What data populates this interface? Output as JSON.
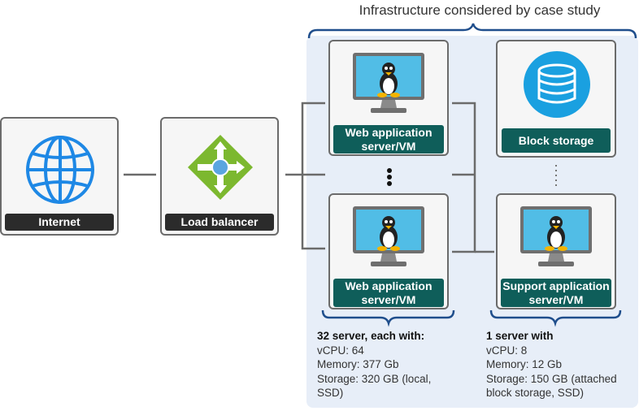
{
  "diagram": {
    "title": "Infrastructure  considered by case study",
    "nodes": {
      "internet": {
        "label": "Internet",
        "icon": "globe-icon"
      },
      "load_balancer": {
        "label": "Load balancer",
        "icon": "load-balancer-icon"
      },
      "web_server_top": {
        "label": "Web application server/VM",
        "icon": "linux-monitor-icon"
      },
      "web_server_bottom": {
        "label": "Web application server/VM",
        "icon": "linux-monitor-icon"
      },
      "block_storage": {
        "label": "Block storage",
        "icon": "database-icon"
      },
      "support_server": {
        "label": "Support application server/VM",
        "icon": "linux-monitor-icon"
      }
    },
    "web_specs": {
      "heading": "32 server, each with:",
      "lines": [
        "vCPU: 64",
        "Memory: 377 Gb",
        "Storage: 320 GB (local, SSD)"
      ]
    },
    "support_specs": {
      "heading": "1 server with",
      "lines": [
        "vCPU: 8",
        "Memory: 12 Gb",
        "Storage: 150 GB (attached block storage, SSD)"
      ]
    },
    "colors": {
      "region_bg": "#e7eef8",
      "brace": "#1f4e8c",
      "label_teal": "#0f5e5a",
      "label_dark": "#2b2b2b",
      "globe": "#1e88e5",
      "load_balancer": "#7cb82f",
      "database": "#1aa0e0"
    }
  }
}
